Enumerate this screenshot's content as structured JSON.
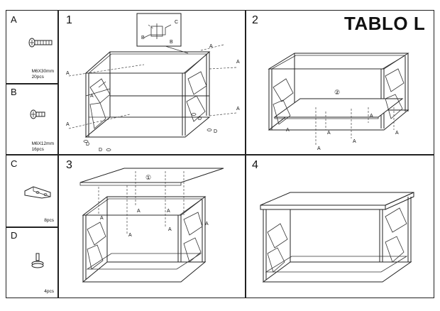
{
  "parts": [
    {
      "letter": "A",
      "spec_line1": "M6X30mm",
      "spec_line2": "20pcs"
    },
    {
      "letter": "B",
      "spec_line1": "M6X12mm",
      "spec_line2": "16pcs"
    },
    {
      "letter": "C",
      "qty": "8pcs"
    },
    {
      "letter": "D",
      "qty": "4pcs"
    }
  ],
  "title": "TABLO L",
  "steps": [
    {
      "number": "1",
      "tags": {
        "a": "A",
        "b": "B",
        "c": "C",
        "d": "D"
      }
    },
    {
      "number": "2",
      "tags": {
        "a": "A"
      },
      "part_marker": "②"
    },
    {
      "number": "3",
      "tags": {
        "a": "A"
      },
      "part_marker": "①"
    },
    {
      "number": "4"
    }
  ]
}
